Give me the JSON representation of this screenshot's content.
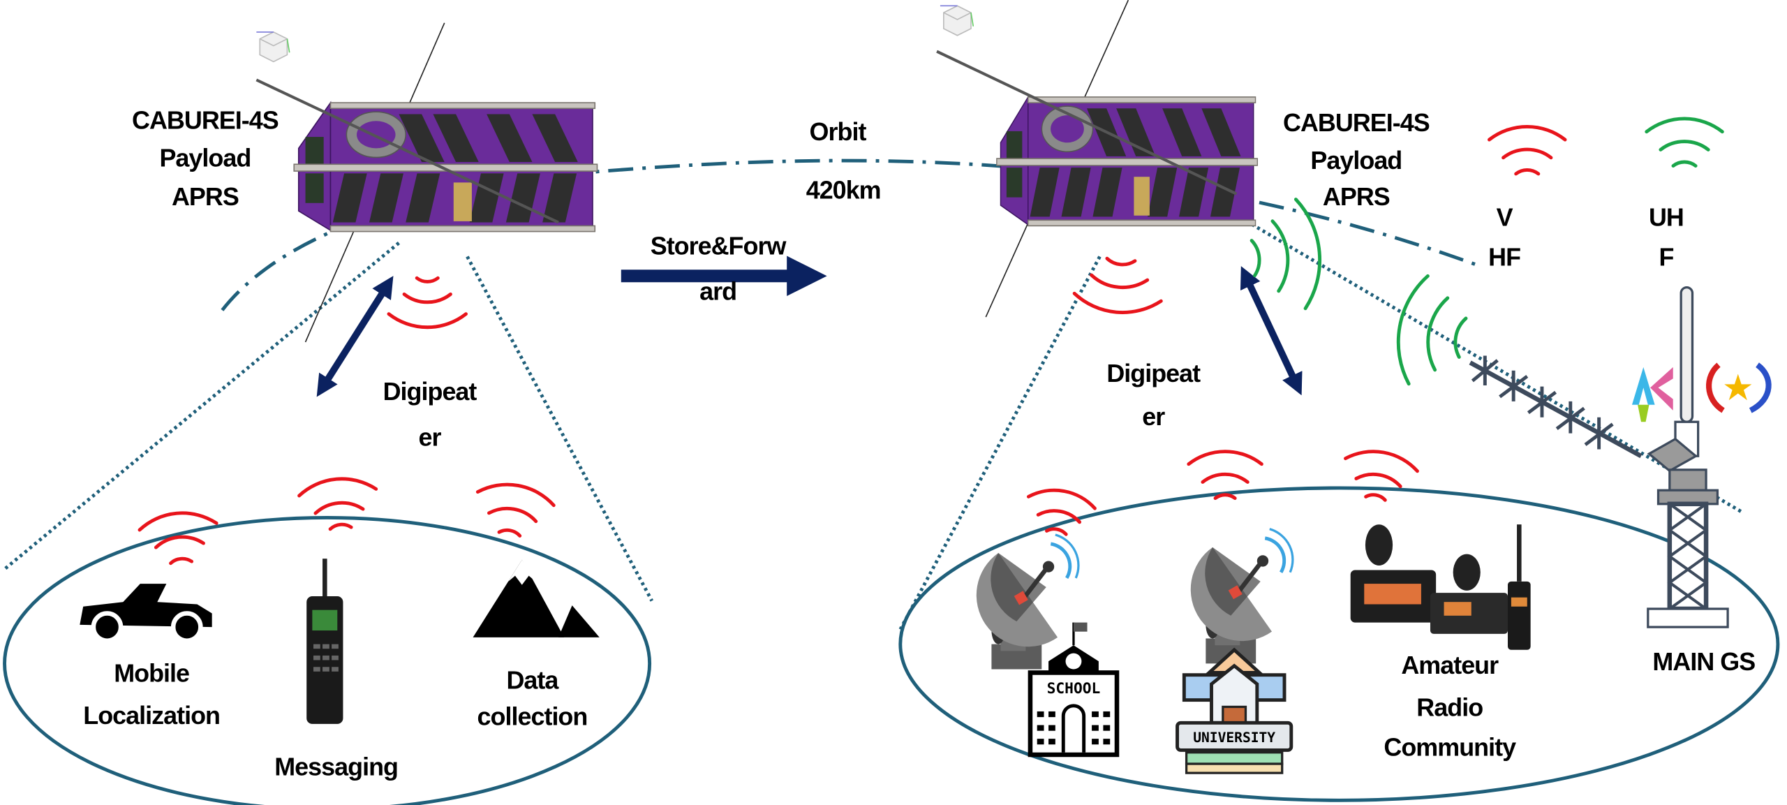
{
  "colors": {
    "link_blue": "#1f5f7a",
    "arrow_navy": "#0b2260",
    "vhf_red": "#e8141b",
    "uhf_green": "#1aa64a",
    "satellite_purple": "#6a2c9a"
  },
  "left_satellite": {
    "label": [
      "CABUREI-4S",
      "Payload",
      "APRS"
    ],
    "icon": "cubesat-icon"
  },
  "right_satellite": {
    "label": [
      "CABUREI-4S",
      "Payload",
      "APRS"
    ],
    "icon": "cubesat-icon"
  },
  "orbit": {
    "label": "Orbit",
    "altitude": "420km"
  },
  "store_forward": {
    "label_line1": "Store&Forw",
    "label_line2": "ard"
  },
  "left_link": {
    "label_line1": "Digipeat",
    "label_line2": "er"
  },
  "right_link": {
    "label_line1": "Digipeat",
    "label_line2": "er"
  },
  "legend": {
    "vhf": [
      "V",
      "HF"
    ],
    "uhf": [
      "UH",
      "F"
    ]
  },
  "left_coverage": {
    "items": [
      {
        "icon": "car-icon",
        "label": [
          "Mobile",
          "Localization"
        ]
      },
      {
        "icon": "handheld-radio-icon",
        "label": [
          "Messaging"
        ]
      },
      {
        "icon": "mountain-icon",
        "label": [
          "Data",
          "collection"
        ]
      }
    ]
  },
  "right_coverage": {
    "school_sign": "SCHOOL",
    "university_sign": "UNIVERSITY",
    "community_label": [
      "Amateur",
      "Radio",
      "Community"
    ],
    "icons": [
      "satellite-dish-icon",
      "school-icon",
      "satellite-dish-icon",
      "university-icon",
      "radio-transceivers-icon"
    ]
  },
  "ground_station": {
    "label": "MAIN GS",
    "icons": [
      "yagi-antenna-icon",
      "tower-icon",
      "agency-logo-icon",
      "national-seal-icon"
    ]
  }
}
